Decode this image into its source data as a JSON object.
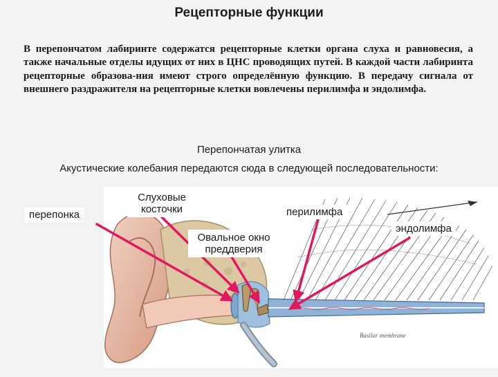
{
  "slide": {
    "title": "Рецепторные функции",
    "paragraph": "В перепончатом лабиринте содержатся рецепторные клетки органа слуха и равновесия, а также начальные отделы идущих от них в ЦНС проводящих путей. В каждой части лабиринта рецепторные образова-ния имеют строго определённую функцию. В передачу сигнала от внешнего раздражителя на рецепторные клетки вовлечены перилимфа и эндолимфа.",
    "subtitle": "Перепончатая улитка",
    "sequence_text": "Акустические колебания передаются сюда в следующей последовательности:"
  },
  "figure": {
    "labels": {
      "membrane": "перепонка",
      "ossicles_line1": "Слуховые",
      "ossicles_line2": "косточки",
      "oval_window_line1": "Овальное окно",
      "oval_window_line2": "преддверия",
      "perilymph": "перилимфа",
      "endolymph": "эндолимфа"
    },
    "image_caption": "Basilar membrane",
    "colors": {
      "arrow": "#e0185e",
      "skin": "#e8b7a0",
      "bone": "#d9c6a0",
      "canal": "#8fb2d6"
    }
  }
}
